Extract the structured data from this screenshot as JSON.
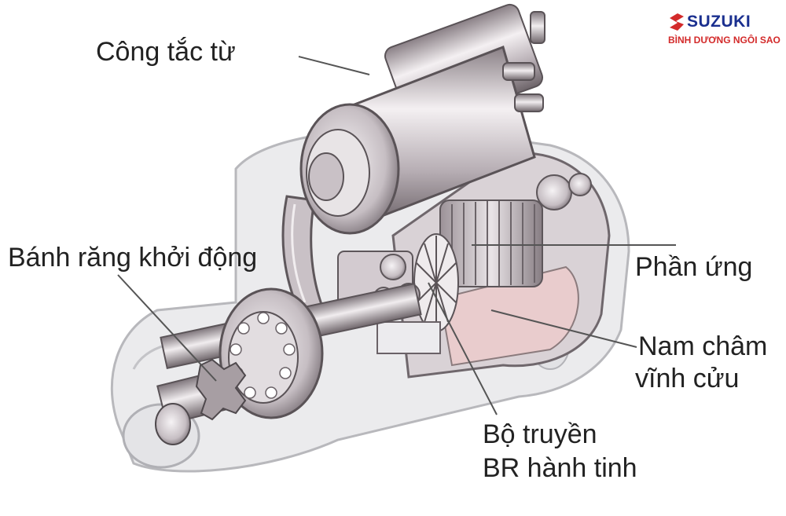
{
  "labels": {
    "solenoid": "Công tắc từ",
    "pinion": "Bánh răng khởi động",
    "armature": "Phần ứng",
    "magnet_line1": "Nam châm",
    "magnet_line2": "vĩnh cửu",
    "gear_line1": "Bộ truyền",
    "gear_line2": "BR hành tinh"
  },
  "logo": {
    "brand": "SUZUKI",
    "dealer": "BÌNH DƯƠNG NGÔI SAO",
    "brand_color": "#1a2f8f",
    "accent_color": "#d32a2a"
  },
  "colors": {
    "metal_light": "#f2eef0",
    "metal_mid": "#b9b0b6",
    "metal_dark": "#6b6268",
    "magnet": "#e8cfcf",
    "housing": "#e6e6e8",
    "leader": "#555555"
  }
}
